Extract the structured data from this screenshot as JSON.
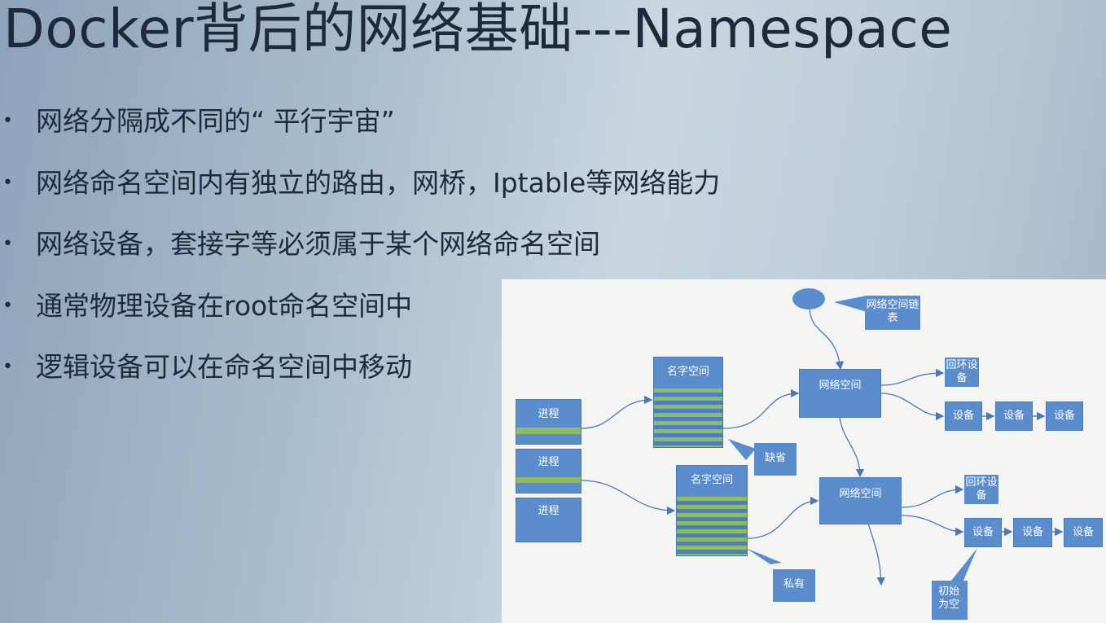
{
  "title": "Docker背后的网络基础---Namespace",
  "bullets": [
    "网络分隔成不同的“ 平行宇宙”",
    "网络命名空间内有独立的路由，网桥，Iptable等网络能力",
    "网络设备，套接字等必须属于某个网络命名空间",
    "通常物理设备在root命名空间中",
    "逻辑设备可以在命名空间中移动"
  ],
  "diagram": {
    "list_label": "网络空间链表",
    "processes": [
      "进程",
      "进程",
      "进程"
    ],
    "namespace_label_1": "名字空间",
    "namespace_label_2": "名字空间",
    "default_callout": "缺省",
    "private_callout": "私有",
    "netns_1": "网络空间",
    "netns_2": "网络空间",
    "loopback_1": "回环设备",
    "loopback_2": "回环设备",
    "devices_1": [
      "设备",
      "设备",
      "设备"
    ],
    "devices_2": [
      "设备",
      "设备",
      "设备"
    ],
    "init_empty_callout": "初始为空"
  },
  "colors": {
    "box_blue": "#5b8ccc",
    "stripe_green": "#8fba68",
    "title_text": "#1e2a3c"
  }
}
